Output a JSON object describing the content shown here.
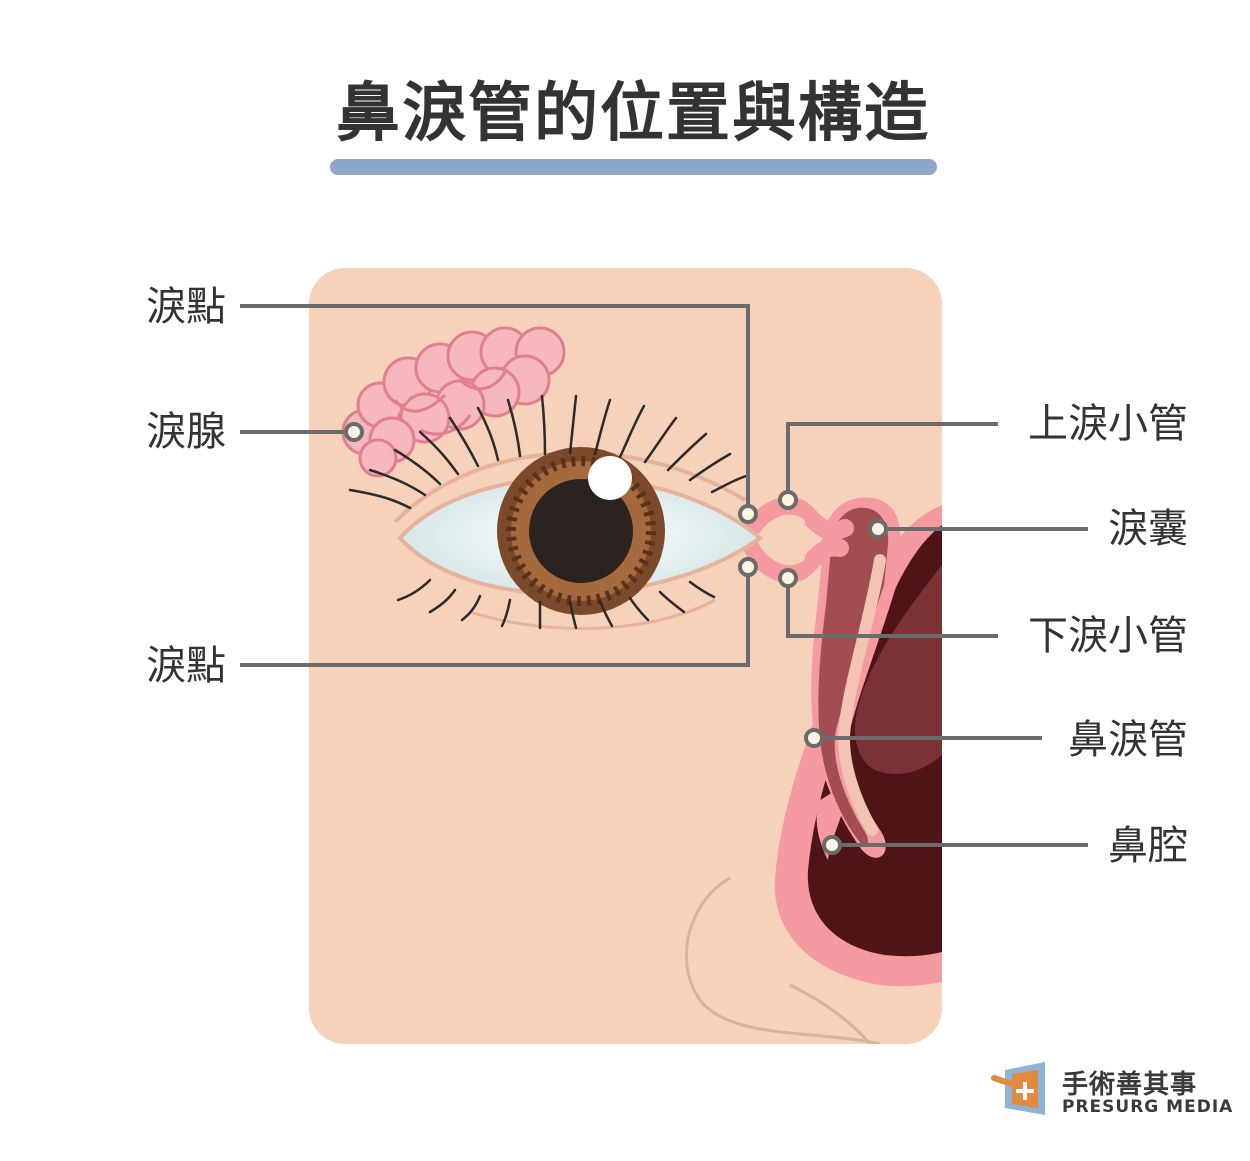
{
  "title": "鼻淚管的位置與構造",
  "labels": {
    "punctum_upper": "淚點",
    "lacrimal_gland": "淚腺",
    "punctum_lower": "淚點",
    "upper_canaliculus": "上淚小管",
    "lacrimal_sac": "淚囊",
    "lower_canaliculus": "下淚小管",
    "nasolacrimal_duct": "鼻淚管",
    "nasal_cavity": "鼻腔"
  },
  "logo": {
    "name": "手術善其事",
    "subtitle": "PRESURG MEDIA"
  },
  "colors": {
    "title_bar": "#8fa6cc",
    "skin": "#f6d2ba",
    "gland": "#f7b7bf",
    "duct_pink": "#f59aa0",
    "duct_dark": "#a24e50",
    "nasal_cavity": "#4f1417",
    "leader_line": "#6b6b6b"
  }
}
